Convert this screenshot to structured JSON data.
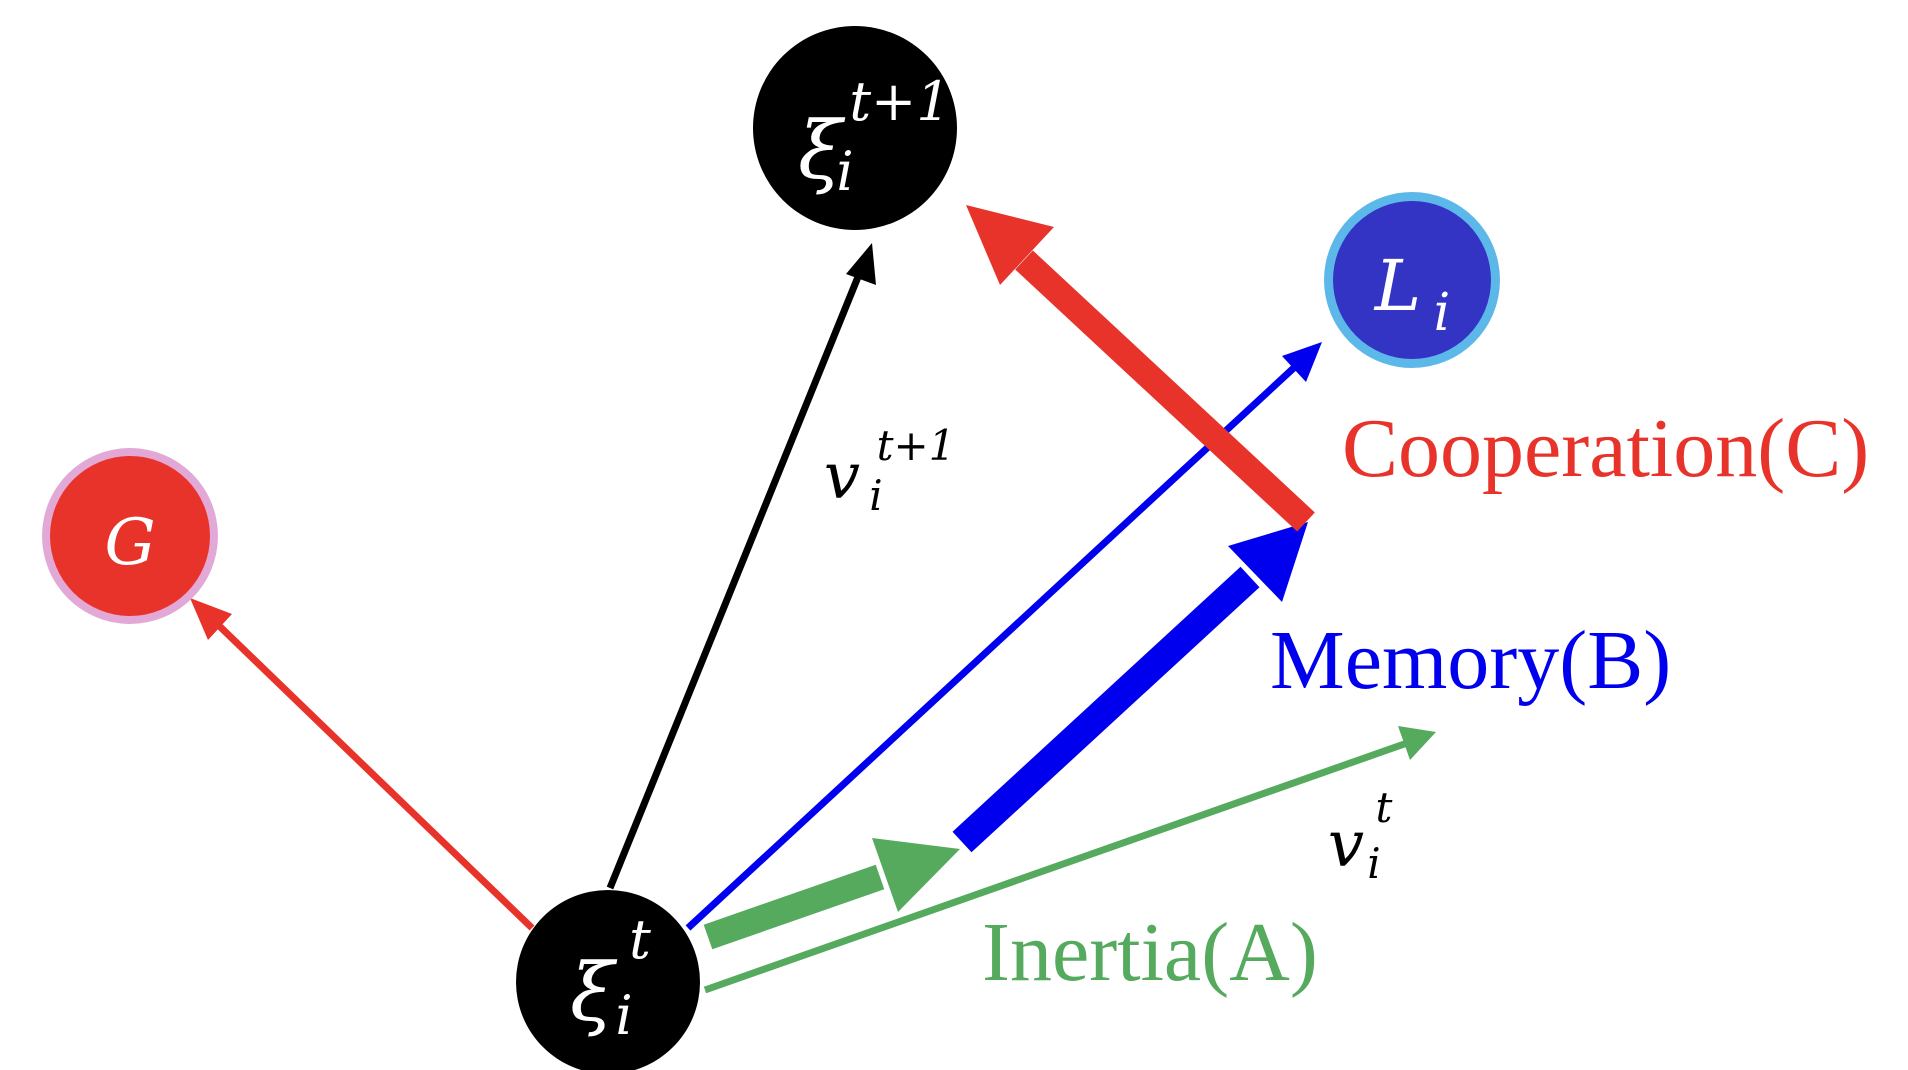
{
  "nodes": {
    "current": {
      "symbol": "ξ",
      "sub": "i",
      "sup": "t"
    },
    "next": {
      "symbol": "ξ",
      "sub": "i",
      "sup": "t+1"
    },
    "global_best": {
      "symbol": "G"
    },
    "local_best": {
      "symbol": "L",
      "sub": "i"
    }
  },
  "labels": {
    "cooperation": "Cooperation(C)",
    "memory": "Memory(B)",
    "inertia": "Inertia(A)"
  },
  "velocities": {
    "current": {
      "symbol": "v",
      "sub": "i",
      "sup": "t"
    },
    "next": {
      "symbol": "v",
      "sub": "i",
      "sup": "t+1"
    }
  },
  "colors": {
    "node": "#000000",
    "node_text": "#ffffff",
    "global_fill": "#e8332a",
    "global_ring": "#e3a9d6",
    "local_fill": "#3333c4",
    "local_ring": "#5bb8e8",
    "cooperation": "#e8332a",
    "memory": "#0000ee",
    "inertia": "#55aa5e",
    "velocity": "#000000"
  }
}
